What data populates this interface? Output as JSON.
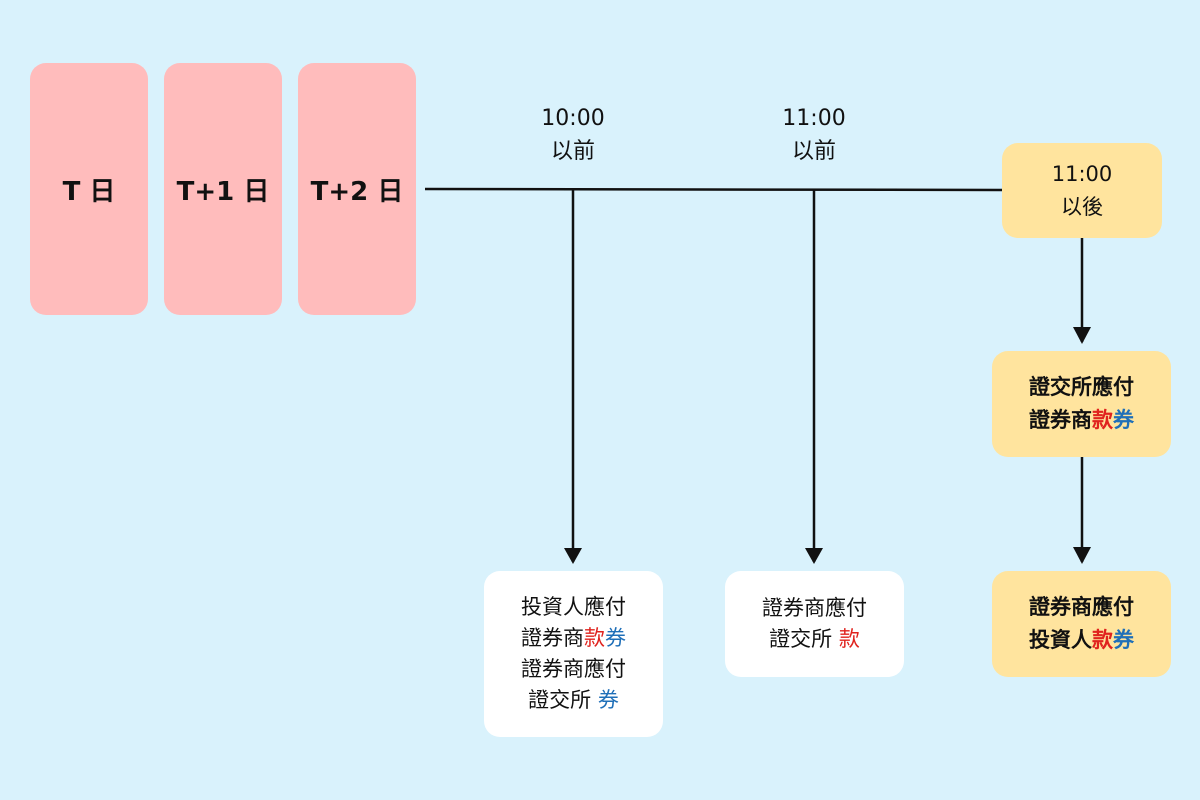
{
  "days": [
    "T 日",
    "T+1 日",
    "T+2 日"
  ],
  "times": [
    {
      "time": "10:00",
      "qualifier": "以前"
    },
    {
      "time": "11:00",
      "qualifier": "以前"
    },
    {
      "time": "11:00",
      "qualifier": "以後"
    }
  ],
  "boxes": {
    "before_1000": [
      {
        "prefix": "投資人應付",
        "suffix_red": "",
        "suffix_blue": ""
      },
      {
        "prefix": "證券商",
        "suffix_red": "款",
        "suffix_blue": "券"
      },
      {
        "prefix": "證券商應付",
        "suffix_red": "",
        "suffix_blue": ""
      },
      {
        "prefix": "證交所 ",
        "suffix_red": "",
        "suffix_blue": "券"
      }
    ],
    "before_1100": [
      {
        "prefix": "證券商應付",
        "suffix_red": "",
        "suffix_blue": ""
      },
      {
        "prefix": "證交所 ",
        "suffix_red": "款",
        "suffix_blue": ""
      }
    ],
    "after_1100_step1": [
      {
        "prefix": "證交所應付",
        "suffix_red": "",
        "suffix_blue": ""
      },
      {
        "prefix": "證券商",
        "suffix_red": "款",
        "suffix_blue": "券"
      }
    ],
    "after_1100_step2": [
      {
        "prefix": "證券商應付",
        "suffix_red": "",
        "suffix_blue": ""
      },
      {
        "prefix": "投資人",
        "suffix_red": "款",
        "suffix_blue": "券"
      }
    ]
  },
  "colors": {
    "background": "#d9f2fc",
    "day_box": "#ffbcbc",
    "highlight_box": "#ffe49e",
    "money": "#e0231e",
    "securities": "#1f6fb8"
  }
}
